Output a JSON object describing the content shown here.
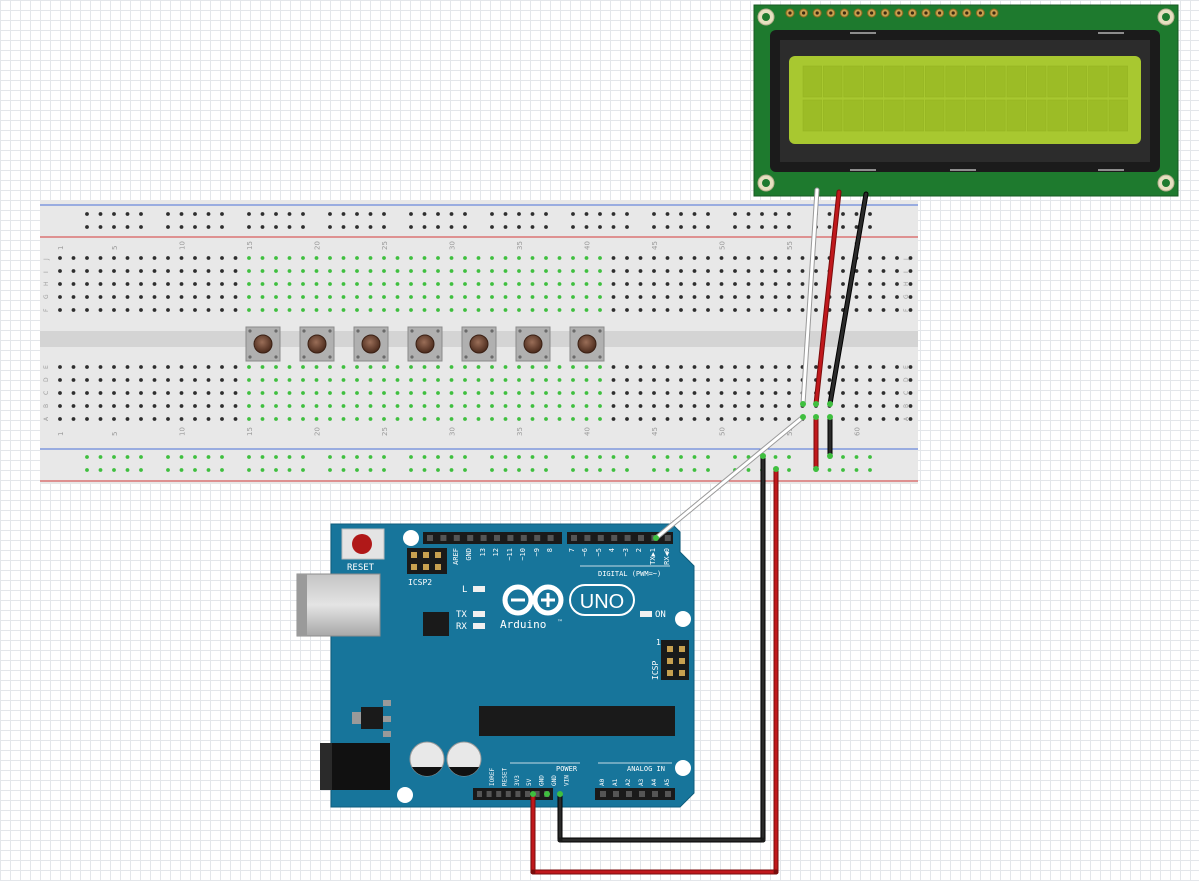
{
  "breadboard": {
    "column_numbers": [
      "1",
      "5",
      "10",
      "15",
      "20",
      "25",
      "30",
      "35",
      "40",
      "45",
      "50",
      "55",
      "60"
    ],
    "row_letters_top": [
      "J",
      "I",
      "H",
      "G",
      "F"
    ],
    "row_letters_bottom": [
      "E",
      "D",
      "C",
      "B",
      "A"
    ],
    "buttons_count": 7
  },
  "arduino": {
    "reset_label": "RESET",
    "icsp2_label": "ICSP2",
    "icsp_label": "ICSP",
    "icsp_pin1": "1",
    "led_l": "L",
    "led_tx": "TX",
    "led_rx": "RX",
    "on_label": "ON",
    "logo_text": "Arduino",
    "logo_tm": "™",
    "uno_label": "UNO",
    "digital_label": "DIGITAL (PWM=~)",
    "power_label": "POWER",
    "analog_label": "ANALOG IN",
    "digital_pins": [
      "AREF",
      "GND",
      "13",
      "12",
      "~11",
      "~10",
      "~9",
      "8",
      "7",
      "~6",
      "~5",
      "4",
      "~3",
      "2",
      "TX▶1",
      "RX◀0"
    ],
    "power_pins": [
      "IOREF",
      "RESET",
      "3V3",
      "5V",
      "GND",
      "GND",
      "VIN"
    ],
    "analog_pins": [
      "A0",
      "A1",
      "A2",
      "A3",
      "A4",
      "A5"
    ]
  },
  "lcd": {
    "pin_count": 16,
    "char_columns": 16,
    "char_rows": 2
  },
  "colors": {
    "board_blue": "#17759b",
    "lcd_green": "#1e7a2e",
    "lcd_screen": "#a8c830",
    "wire_red": "#c0181c",
    "wire_black": "#1a1a1a",
    "wire_white": "#ffffff",
    "breadboard": "#e8e8e8",
    "rail_red": "#d43a3a",
    "rail_blue": "#4a6fd8",
    "active_hole": "#3fbf3f"
  }
}
